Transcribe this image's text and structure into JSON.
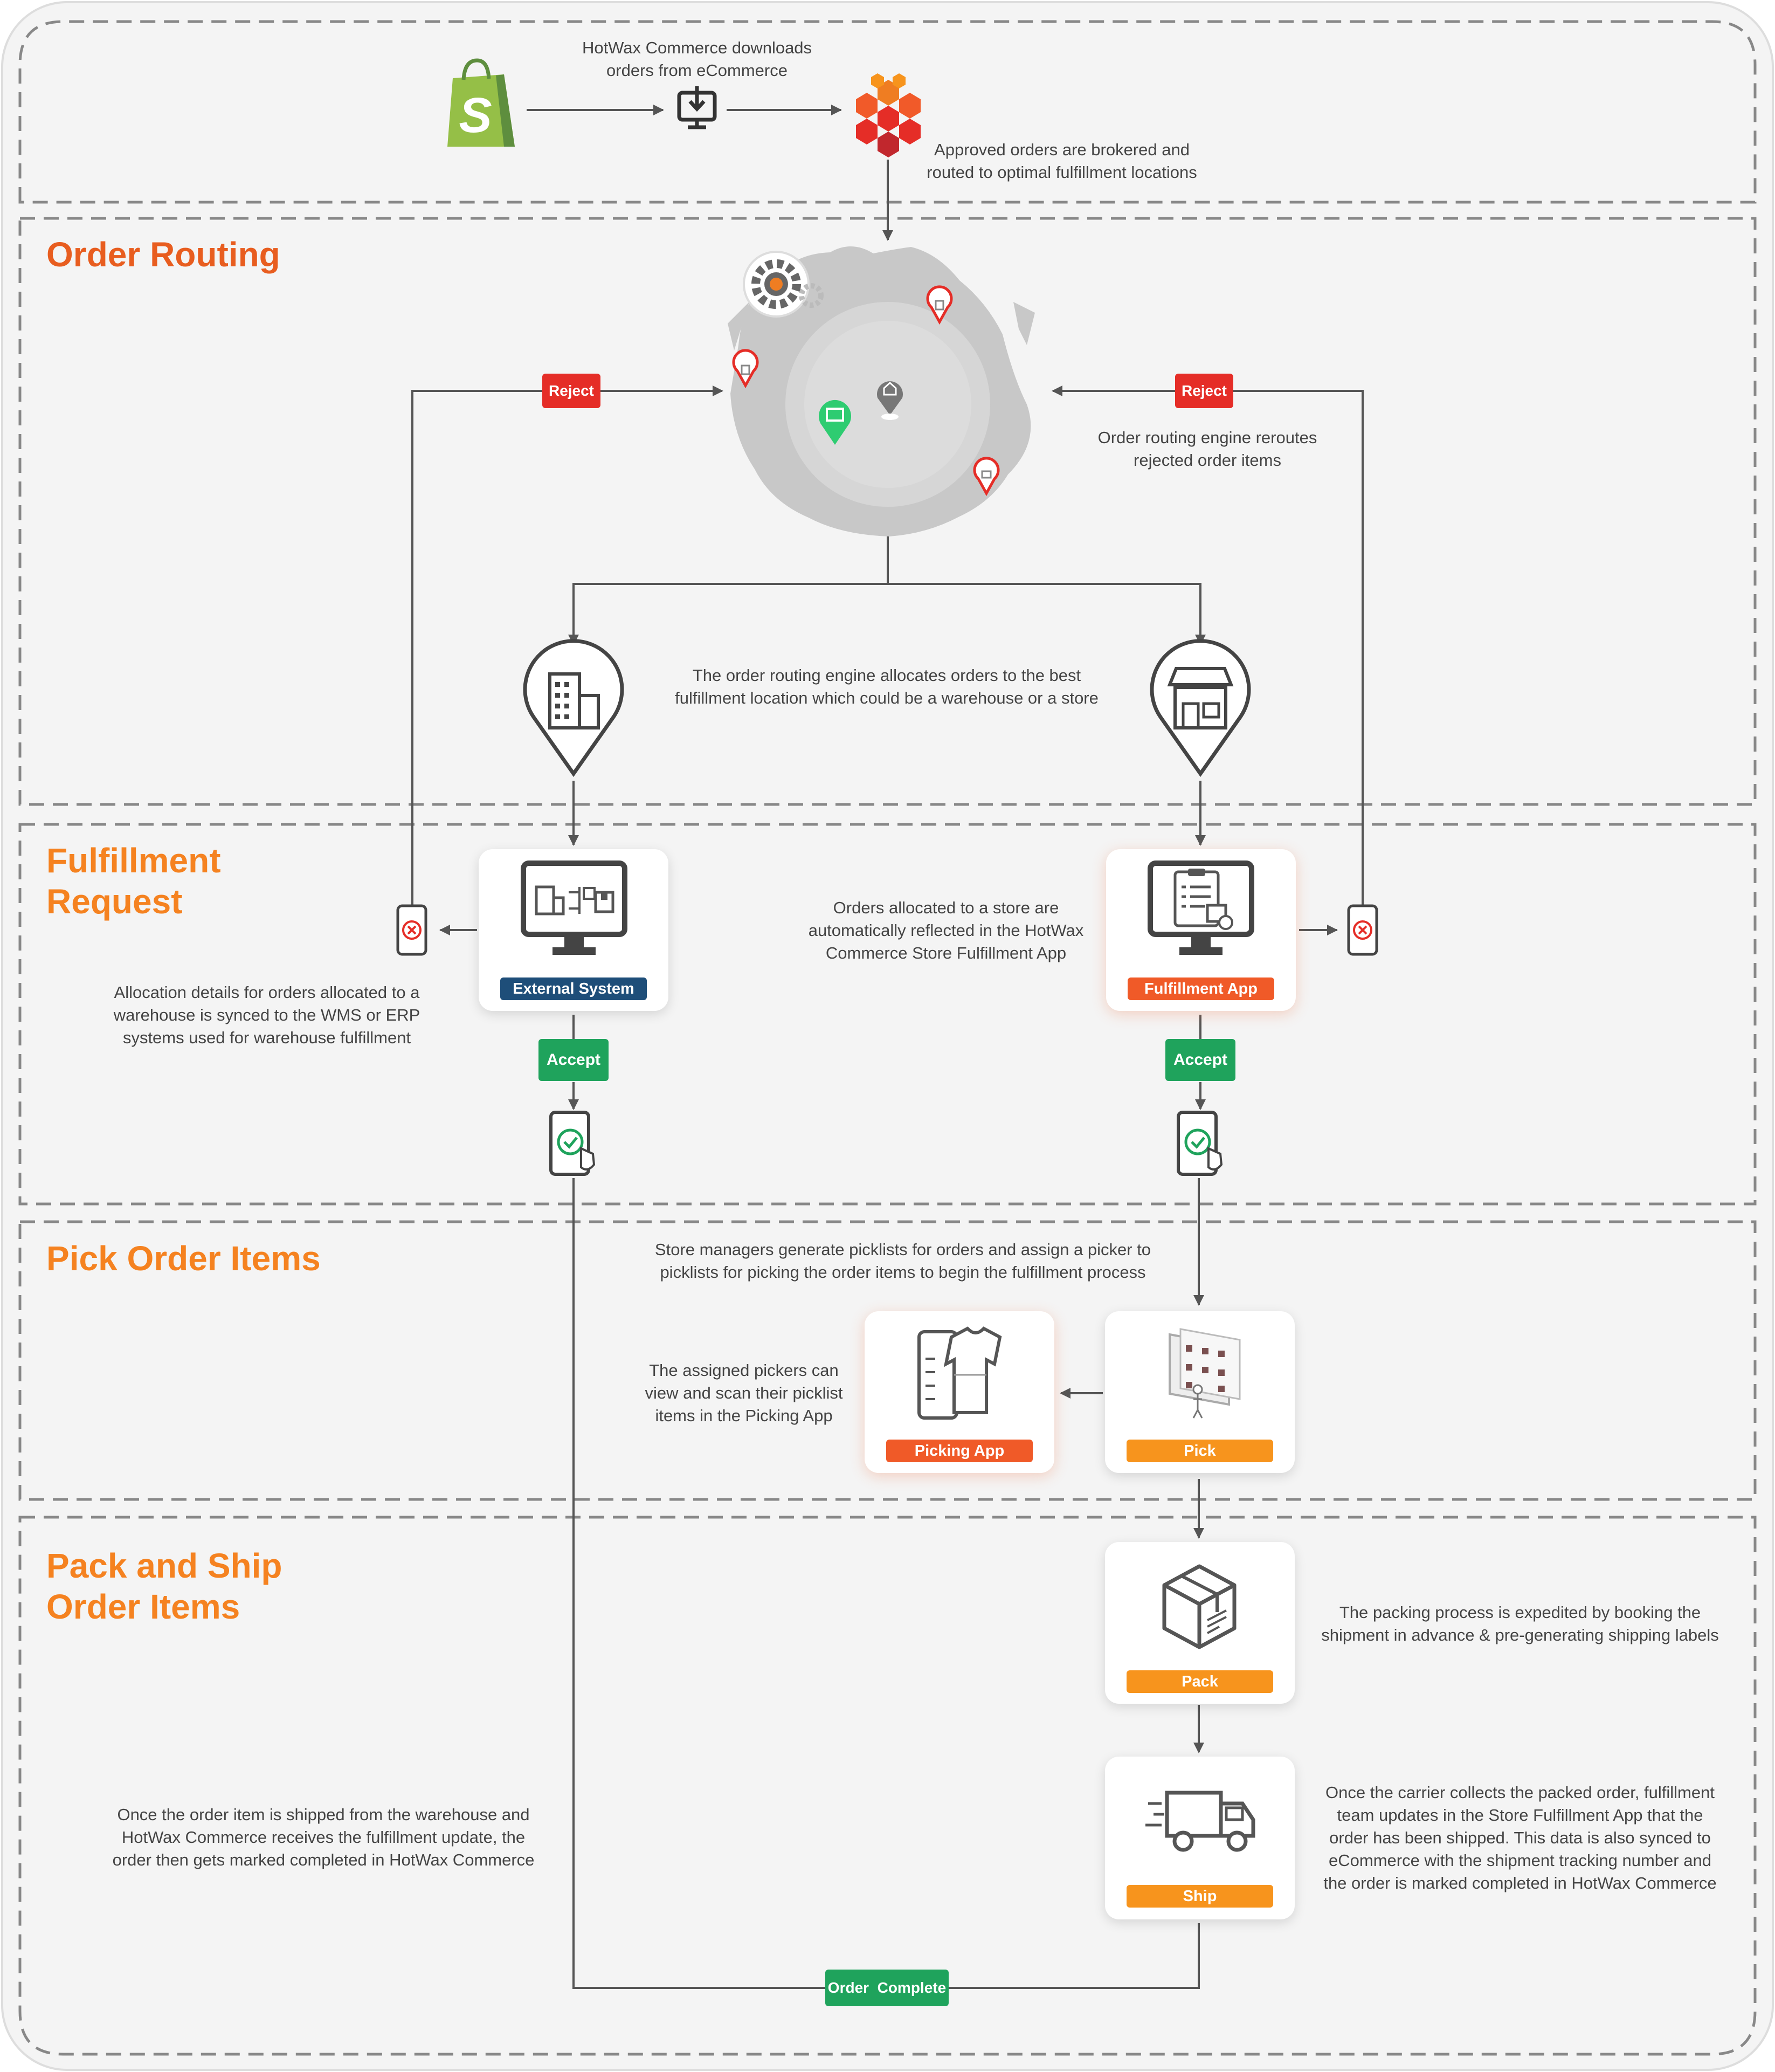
{
  "colors": {
    "background": "#f4f4f4",
    "dashed_border": "#888888",
    "arrow": "#555555",
    "title_orange": "#f58220",
    "title_red_orange": "#e85d1f",
    "reject_red": "#e52d27",
    "accept_green": "#1fa35c",
    "external_blue": "#1e4e79",
    "app_orange": "#f05a28",
    "step_orange": "#f7941d",
    "shopify_green": "#95bf47"
  },
  "icons": [
    "shopify-logo-icon",
    "download-monitor-icon",
    "hotwax-logo-icon",
    "map-globe-icon",
    "gear-icon",
    "location-pin-icon",
    "warehouse-pin-icon",
    "store-pin-icon",
    "phone-reject-icon",
    "phone-accept-icon",
    "monitor-icon",
    "clipboard-icon",
    "tshirt-icon",
    "shelves-icon",
    "box-icon",
    "truck-icon"
  ],
  "header": {
    "download_note": "HotWax Commerce downloads\norders from eCommerce",
    "broker_note": "Approved orders are brokered and\nrouted to optimal fulfillment locations"
  },
  "sections": {
    "order_routing": "Order Routing",
    "fulfillment_request": "Fulfillment\nRequest",
    "pick_order_items": "Pick Order Items",
    "pack_and_ship": "Pack and Ship\nOrder Items"
  },
  "routing": {
    "reject_left": "Reject",
    "reject_right": "Reject",
    "reroute_note": "Order routing engine reroutes\nrejected order items",
    "allocate_note": "The order routing engine allocates orders to the best\nfulfillment location which could be a warehouse or a store"
  },
  "fulfillment": {
    "external_label": "External System",
    "app_label": "Fulfillment App",
    "accept_left": "Accept",
    "accept_right": "Accept",
    "warehouse_note": "Allocation details for orders allocated to a\nwarehouse is synced to the WMS or ERP\nsystems used for warehouse fulfillment",
    "store_note": "Orders allocated to a store are\nautomatically reflected in the HotWax\nCommerce Store Fulfillment App"
  },
  "pick": {
    "picklist_note": "Store managers generate picklists for orders and assign a picker to\npicklists for picking the order items to begin the fulfillment process",
    "picker_note": "The assigned pickers can\nview and scan their picklist\nitems in the Picking App",
    "picking_app_label": "Picking App",
    "pick_label": "Pick"
  },
  "pack_ship": {
    "pack_label": "Pack",
    "ship_label": "Ship",
    "pack_note": "The packing process is expedited by booking the\nshipment in advance & pre-generating shipping labels",
    "ship_note": "Once the carrier collects the packed order, fulfillment\nteam updates in the Store Fulfillment App that the\norder has been shipped. This data is also synced to\neCommerce with the shipment tracking number and\nthe order is marked completed in HotWax Commerce",
    "warehouse_complete_note": "Once the order item is shipped from the warehouse and\nHotWax Commerce receives the fulfillment update, the\norder then gets marked completed in HotWax Commerce",
    "order_complete": "Order  Complete"
  }
}
